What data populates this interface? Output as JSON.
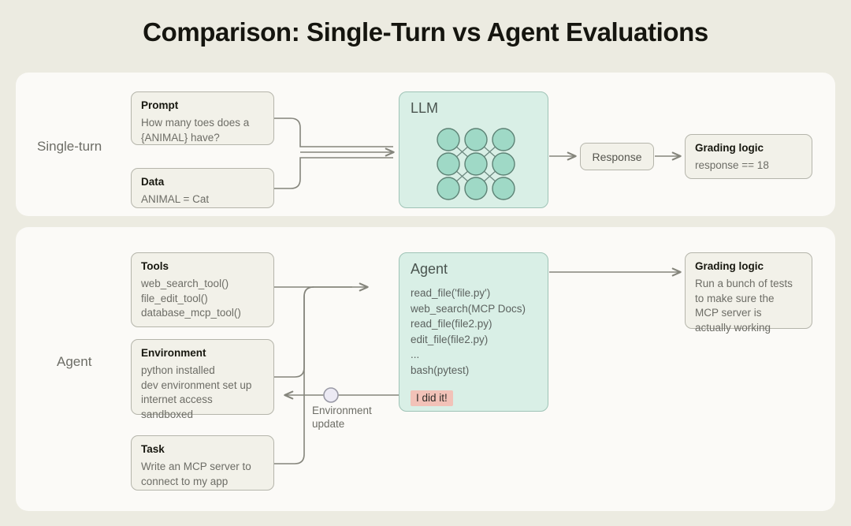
{
  "title": "Comparison: Single-Turn vs Agent Evaluations",
  "colors": {
    "page_background": "#ecebe1",
    "panel_background": "#fbfaf7",
    "card_background": "#f2f1e9",
    "model_background": "#d9efe6",
    "badge_background": "#f2c2b8",
    "wire": "#85857c"
  },
  "single_turn": {
    "row_label": "Single-turn",
    "prompt": {
      "title": "Prompt",
      "lines": [
        "How many toes does a",
        "{ANIMAL} have?"
      ]
    },
    "data": {
      "title": "Data",
      "lines": [
        "ANIMAL = Cat"
      ]
    },
    "model": {
      "title": "LLM",
      "network": {
        "rows": 3,
        "cols": 3,
        "node_color": "#9fd9c6"
      }
    },
    "response": {
      "label": "Response"
    },
    "grading": {
      "title": "Grading logic",
      "lines": [
        "response == 18"
      ]
    }
  },
  "agent": {
    "row_label": "Agent",
    "tools": {
      "title": "Tools",
      "lines": [
        "web_search_tool()",
        "file_edit_tool()",
        "database_mcp_tool()"
      ]
    },
    "environment": {
      "title": "Environment",
      "lines": [
        "python installed",
        "dev environment set up",
        "internet access",
        "sandboxed"
      ]
    },
    "task": {
      "title": "Task",
      "lines": [
        "Write an MCP server to",
        "connect to my app"
      ]
    },
    "model": {
      "title": "Agent",
      "trace": [
        "read_file('file.py')",
        "web_search(MCP Docs)",
        "read_file(file2.py)",
        "edit_file(file2.py)",
        "...",
        "bash(pytest)"
      ],
      "badge": "I did it!"
    },
    "feedback_label": {
      "lines": [
        "Environment",
        "update"
      ]
    },
    "grading": {
      "title": "Grading logic",
      "lines": [
        "Run a bunch of tests",
        "to make sure the",
        "MCP server is",
        "actually working"
      ]
    }
  }
}
